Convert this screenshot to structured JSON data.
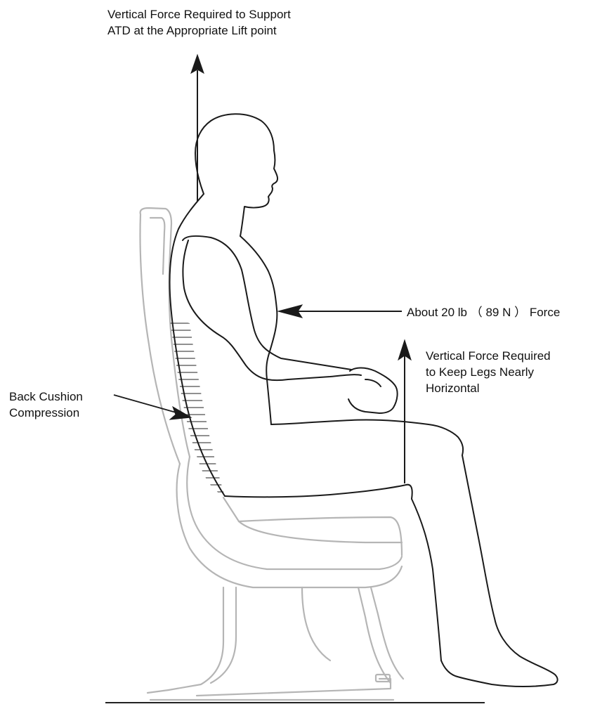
{
  "labels": {
    "head_force": {
      "line1": "Vertical Force Required to Support",
      "line2": "ATD at the Appropriate Lift point"
    },
    "chest_force": "About  20 lb （ 89 N ）  Force",
    "leg_force": {
      "line1": "Vertical Force Required",
      "line2": "to Keep Legs Nearly",
      "line3": "Horizontal"
    },
    "back_cushion": {
      "line1": "Back Cushion",
      "line2": "Compression"
    }
  },
  "colors": {
    "seat_outline": "#b5b5b5",
    "figure_outline": "#1a1a1a",
    "arrow": "#1a1a1a",
    "hatch": "#222222"
  }
}
